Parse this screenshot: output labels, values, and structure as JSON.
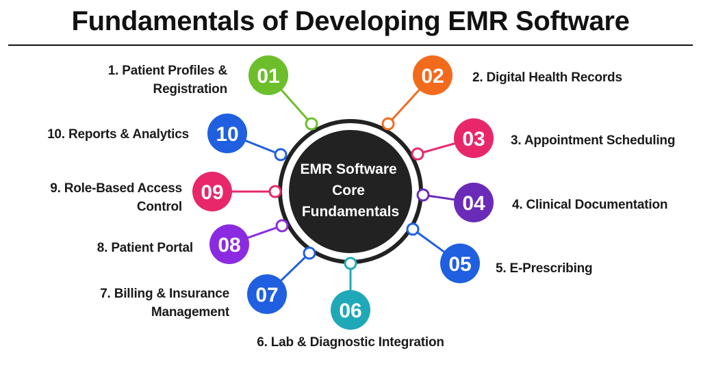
{
  "title": "Fundamentals of Developing EMR Software",
  "center": {
    "lines": [
      "EMR Software",
      "Core",
      "Fundamentals"
    ],
    "fill": "#222222"
  },
  "items": [
    {
      "num": "01",
      "lines": [
        "1. Patient Profiles &",
        "Registration"
      ],
      "color": "#6cbf2b"
    },
    {
      "num": "02",
      "lines": [
        "2. Digital Health Records"
      ],
      "color": "#f26b1d"
    },
    {
      "num": "03",
      "lines": [
        "3. Appointment Scheduling"
      ],
      "color": "#e8276b"
    },
    {
      "num": "04",
      "lines": [
        "4. Clinical Documentation"
      ],
      "color": "#6a2bb8"
    },
    {
      "num": "05",
      "lines": [
        "5. E-Prescribing"
      ],
      "color": "#1f5fe0"
    },
    {
      "num": "06",
      "lines": [
        "6. Lab & Diagnostic Integration"
      ],
      "color": "#1fa9b8"
    },
    {
      "num": "07",
      "lines": [
        "7. Billing & Insurance",
        "Management"
      ],
      "color": "#1f5fe0"
    },
    {
      "num": "08",
      "lines": [
        "8. Patient Portal"
      ],
      "color": "#8a2be2"
    },
    {
      "num": "09",
      "lines": [
        "9. Role-Based Access",
        "Control"
      ],
      "color": "#e8276b"
    },
    {
      "num": "10",
      "lines": [
        "10. Reports & Analytics"
      ],
      "color": "#1f5fe0"
    }
  ]
}
